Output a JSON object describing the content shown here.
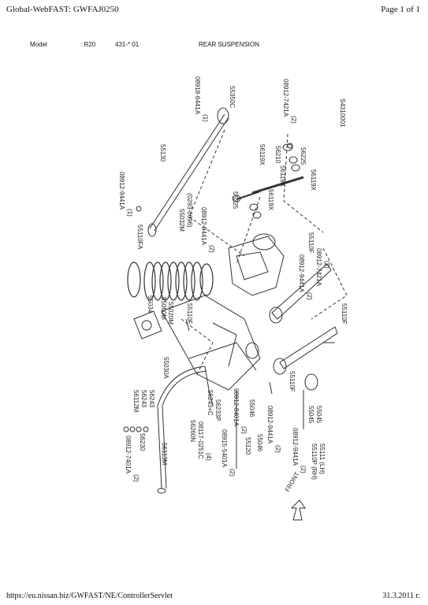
{
  "browser_header": {
    "title": "Global-WebFAST: GWFAJ0250",
    "page": "Page 1 of 1"
  },
  "meta": {
    "model_label": "Model",
    "model_value": ": R20",
    "code": "431-* 01",
    "title": "REAR SUSPENSION"
  },
  "footer": {
    "url": "https://eu.nissan.biz/GWFAST/NE/ControllerServlet",
    "date": "31.3.2011 г."
  },
  "diagram": {
    "code": "S4310001",
    "front": "FRONT",
    "part_labels": [
      "08918-6441A",
      "(1)",
      "55350C",
      "08912-7421A",
      "(2)",
      "55130",
      "08912-9441A",
      "(1)",
      "55110FA",
      "56119X",
      "56210",
      "56119X",
      "56225",
      "56225",
      "56119X",
      "56119X",
      "55032M",
      "(0293-0696)",
      "08912-9441A",
      "(2)",
      "55110F",
      "08912-7421A",
      "(2)",
      "55034",
      "55060M",
      "55020M",
      "55110F",
      "08912-9441A",
      "(2)",
      "55110F",
      "55030A",
      "56112M",
      "56243",
      "56243",
      "56243+C",
      "56233P",
      "56230",
      "56113M",
      "56260N",
      "08912-7401A",
      "(2)",
      "08117-0251C",
      "(4)",
      "08915-5401A",
      "(2)",
      "08912-8401A",
      "(2)",
      "55046",
      "55046",
      "08912-9441A",
      "(2)",
      "55110F",
      "55120",
      "08912-9441A",
      "(2)",
      "55045",
      "55045",
      "55110P (RH)",
      "55111 (LH)"
    ]
  }
}
